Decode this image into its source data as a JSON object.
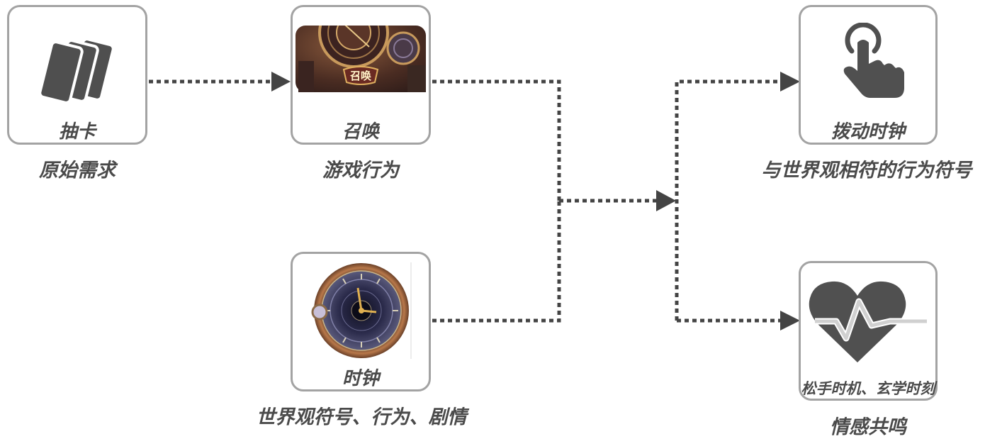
{
  "nodes": {
    "draw_card": {
      "label": "抽卡",
      "caption": "原始需求",
      "icon": "cards-icon"
    },
    "summon": {
      "label": "召唤",
      "caption": "游戏行为",
      "image_text": "召唤",
      "icon": "summon-clock-image"
    },
    "clock": {
      "label": "时钟",
      "caption": "世界观符号、行为、剧情",
      "icon": "astrolabe-clock-image"
    },
    "dial_clock": {
      "label": "拨动时钟",
      "caption": "与世界观相符的行为符号",
      "icon": "tap-hand-icon"
    },
    "resonance": {
      "overlay": "松手时机、玄学时刻",
      "caption": "情感共鸣",
      "icon": "heartbeat-icon"
    }
  },
  "colors": {
    "arrow": "#444444",
    "border": "#a3a3a3",
    "text": "#4a4a4a",
    "icon": "#505050"
  }
}
